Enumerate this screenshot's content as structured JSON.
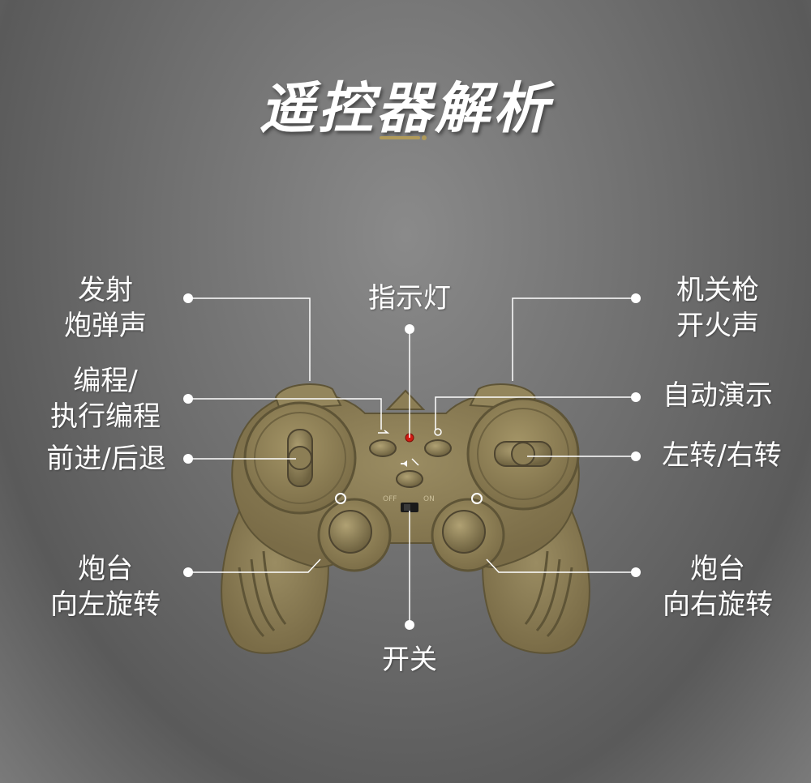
{
  "title": "遥控器解析",
  "labels": {
    "fire_shell_sound": [
      "发射",
      "炮弹声"
    ],
    "indicator_light": "指示灯",
    "machine_gun_sound": [
      "机关枪",
      "开火声"
    ],
    "program": [
      "编程/",
      "执行编程"
    ],
    "auto_demo": "自动演示",
    "forward_back": "前进/后退",
    "turn_left_right": "左转/右转",
    "turret_left": [
      "炮台",
      "向左旋转"
    ],
    "turret_right": [
      "炮台",
      "向右旋转"
    ],
    "power_switch": "开关"
  },
  "switch_marks": {
    "off": "OFF",
    "on": "ON"
  },
  "colors": {
    "controller_body": "#8b7d55",
    "controller_dark": "#6e6240",
    "indicator_red": "#d01a12",
    "accent": "#b09a5a",
    "label_text": "#ffffff"
  }
}
